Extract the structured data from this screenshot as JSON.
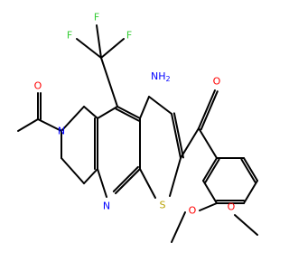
{
  "molecule": {
    "atom_labels": {
      "n_ring": "N",
      "n_pyridine": "N",
      "s_thiophene": "S",
      "o_acetyl": "O",
      "o_ketone": "O",
      "o_methoxy_meta": "O",
      "o_methoxy_para": "O",
      "f_top": "F",
      "f_left": "F",
      "f_right": "F",
      "amino_n": "NH",
      "amino_h": "2"
    },
    "colors": {
      "N": "#0000ff",
      "O": "#ff0000",
      "S": "#b8a000",
      "F": "#33cc33",
      "C": "#000000"
    }
  }
}
